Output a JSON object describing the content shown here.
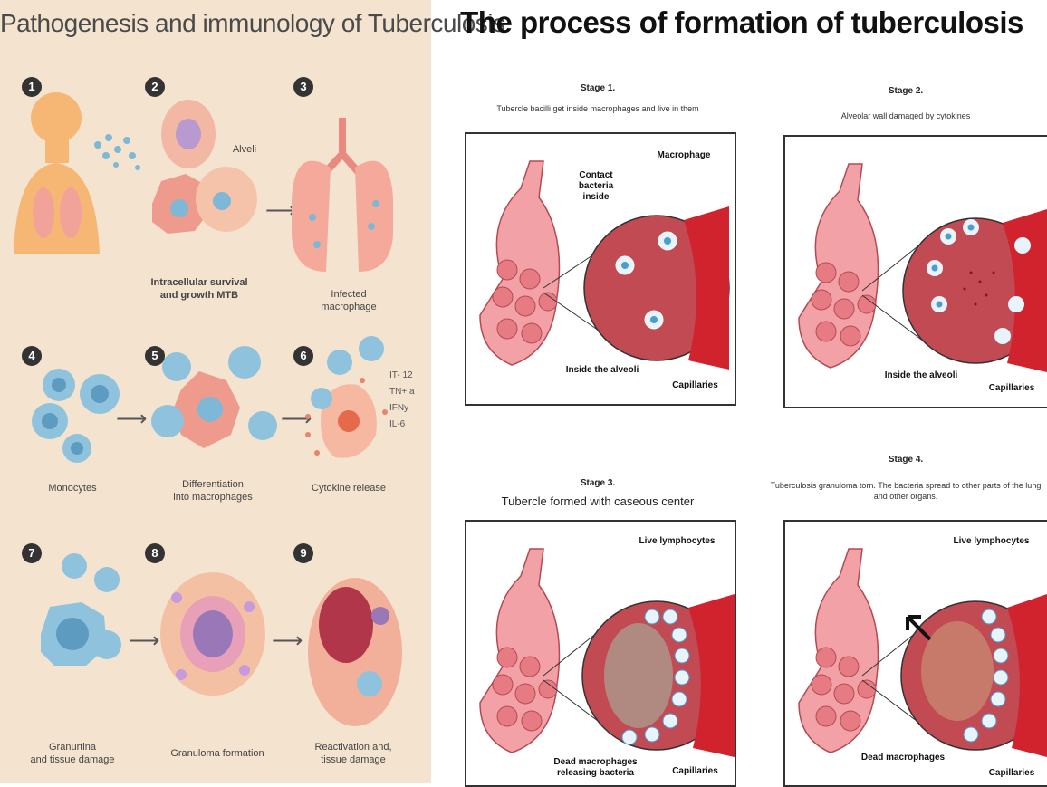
{
  "left": {
    "title": "Pathogenesis and immunology of Tuberculosis",
    "steps": [
      {
        "num": "1",
        "caption": ""
      },
      {
        "num": "2",
        "caption": "Intracellular survival\nand growth MTB",
        "extra": "Alveli"
      },
      {
        "num": "3",
        "caption": "Infected\nmacrophage"
      },
      {
        "num": "4",
        "caption": "Monocytes"
      },
      {
        "num": "5",
        "caption": "Differentiation\ninto macrophages"
      },
      {
        "num": "6",
        "caption": "Cytokine release",
        "cytokines": [
          "IT- 12",
          "TN+ a",
          "IFNy",
          "IL-6"
        ]
      },
      {
        "num": "7",
        "caption": "Granurtina\nand tissue damage"
      },
      {
        "num": "8",
        "caption": "Granuloma formation"
      },
      {
        "num": "9",
        "caption": "Reactivation and,\ntissue damage"
      }
    ]
  },
  "right": {
    "title": "The process of formation of tuberculosis",
    "stages": [
      {
        "heading": "Stage 1.",
        "desc": "Tubercle bacilli get inside macrophages and live in them",
        "labels": {
          "macrophage": "Macrophage",
          "contact": "Contact\nbacteria\ninside",
          "alveoli": "Inside the alveoli",
          "capillaries": "Capillaries"
        }
      },
      {
        "heading": "Stage 2.",
        "desc": "Alveolar wall damaged by cytokines",
        "labels": {
          "alveoli": "Inside the alveoli",
          "capillaries": "Capillaries"
        }
      },
      {
        "heading": "Stage 3.",
        "desc": "Tubercle formed with caseous center",
        "labels": {
          "lymph": "Live lymphocytes",
          "dead": "Dead macrophages\nreleasing  bacteria",
          "capillaries": "Capillaries"
        }
      },
      {
        "heading": "Stage 4.",
        "desc": "Tuberculosis granuloma torn. The bacteria spread to other parts of the lung and other organs.",
        "labels": {
          "lymph": "Live lymphocytes",
          "dead": "Dead macrophages",
          "capillaries": "Capillaries"
        }
      }
    ]
  },
  "colors": {
    "panel_bg": "#f3e3cf",
    "cell_blue": "#8fc3dd",
    "tissue_pink": "#f2b8a4",
    "capillary_red": "#c9232b",
    "nucleus_purple": "#9a78b8"
  }
}
